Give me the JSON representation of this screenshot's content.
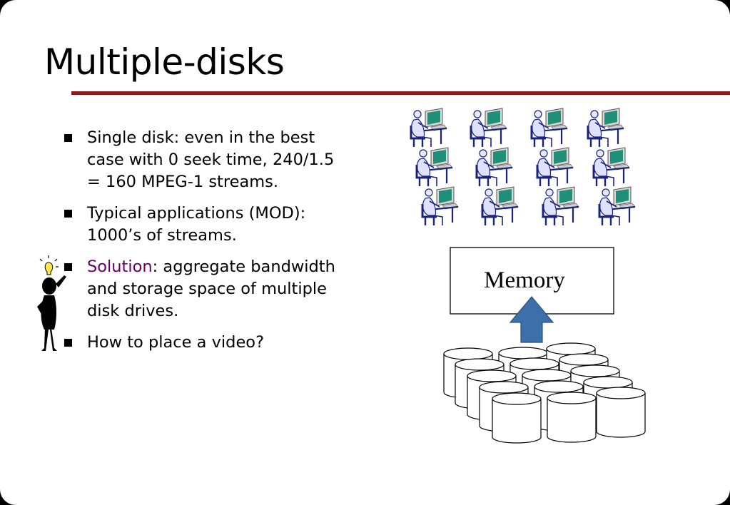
{
  "slide": {
    "title": "Multiple-disks",
    "bullets": [
      {
        "prefix": "",
        "highlight": "",
        "text": "Single disk: even in the best case with 0 seek time, 240/1.5 = 160 MPEG-1 streams."
      },
      {
        "prefix": "",
        "highlight": "",
        "text": "Typical applications (MOD): 1000’s of streams."
      },
      {
        "prefix": "",
        "highlight": "Solution",
        "text": ": aggregate bandwidth and storage space of multiple disk drives."
      },
      {
        "prefix": "",
        "highlight": "",
        "text": "How to place a video?"
      }
    ]
  },
  "diagram": {
    "memory_label": "Memory",
    "user_count": 12,
    "disk_count": 15
  },
  "colors": {
    "title_rule": "#8b1a1a",
    "highlight": "#660066",
    "arrow": "#3d6fa8",
    "screen": "#1f8f7a",
    "person": "#1a237e"
  }
}
